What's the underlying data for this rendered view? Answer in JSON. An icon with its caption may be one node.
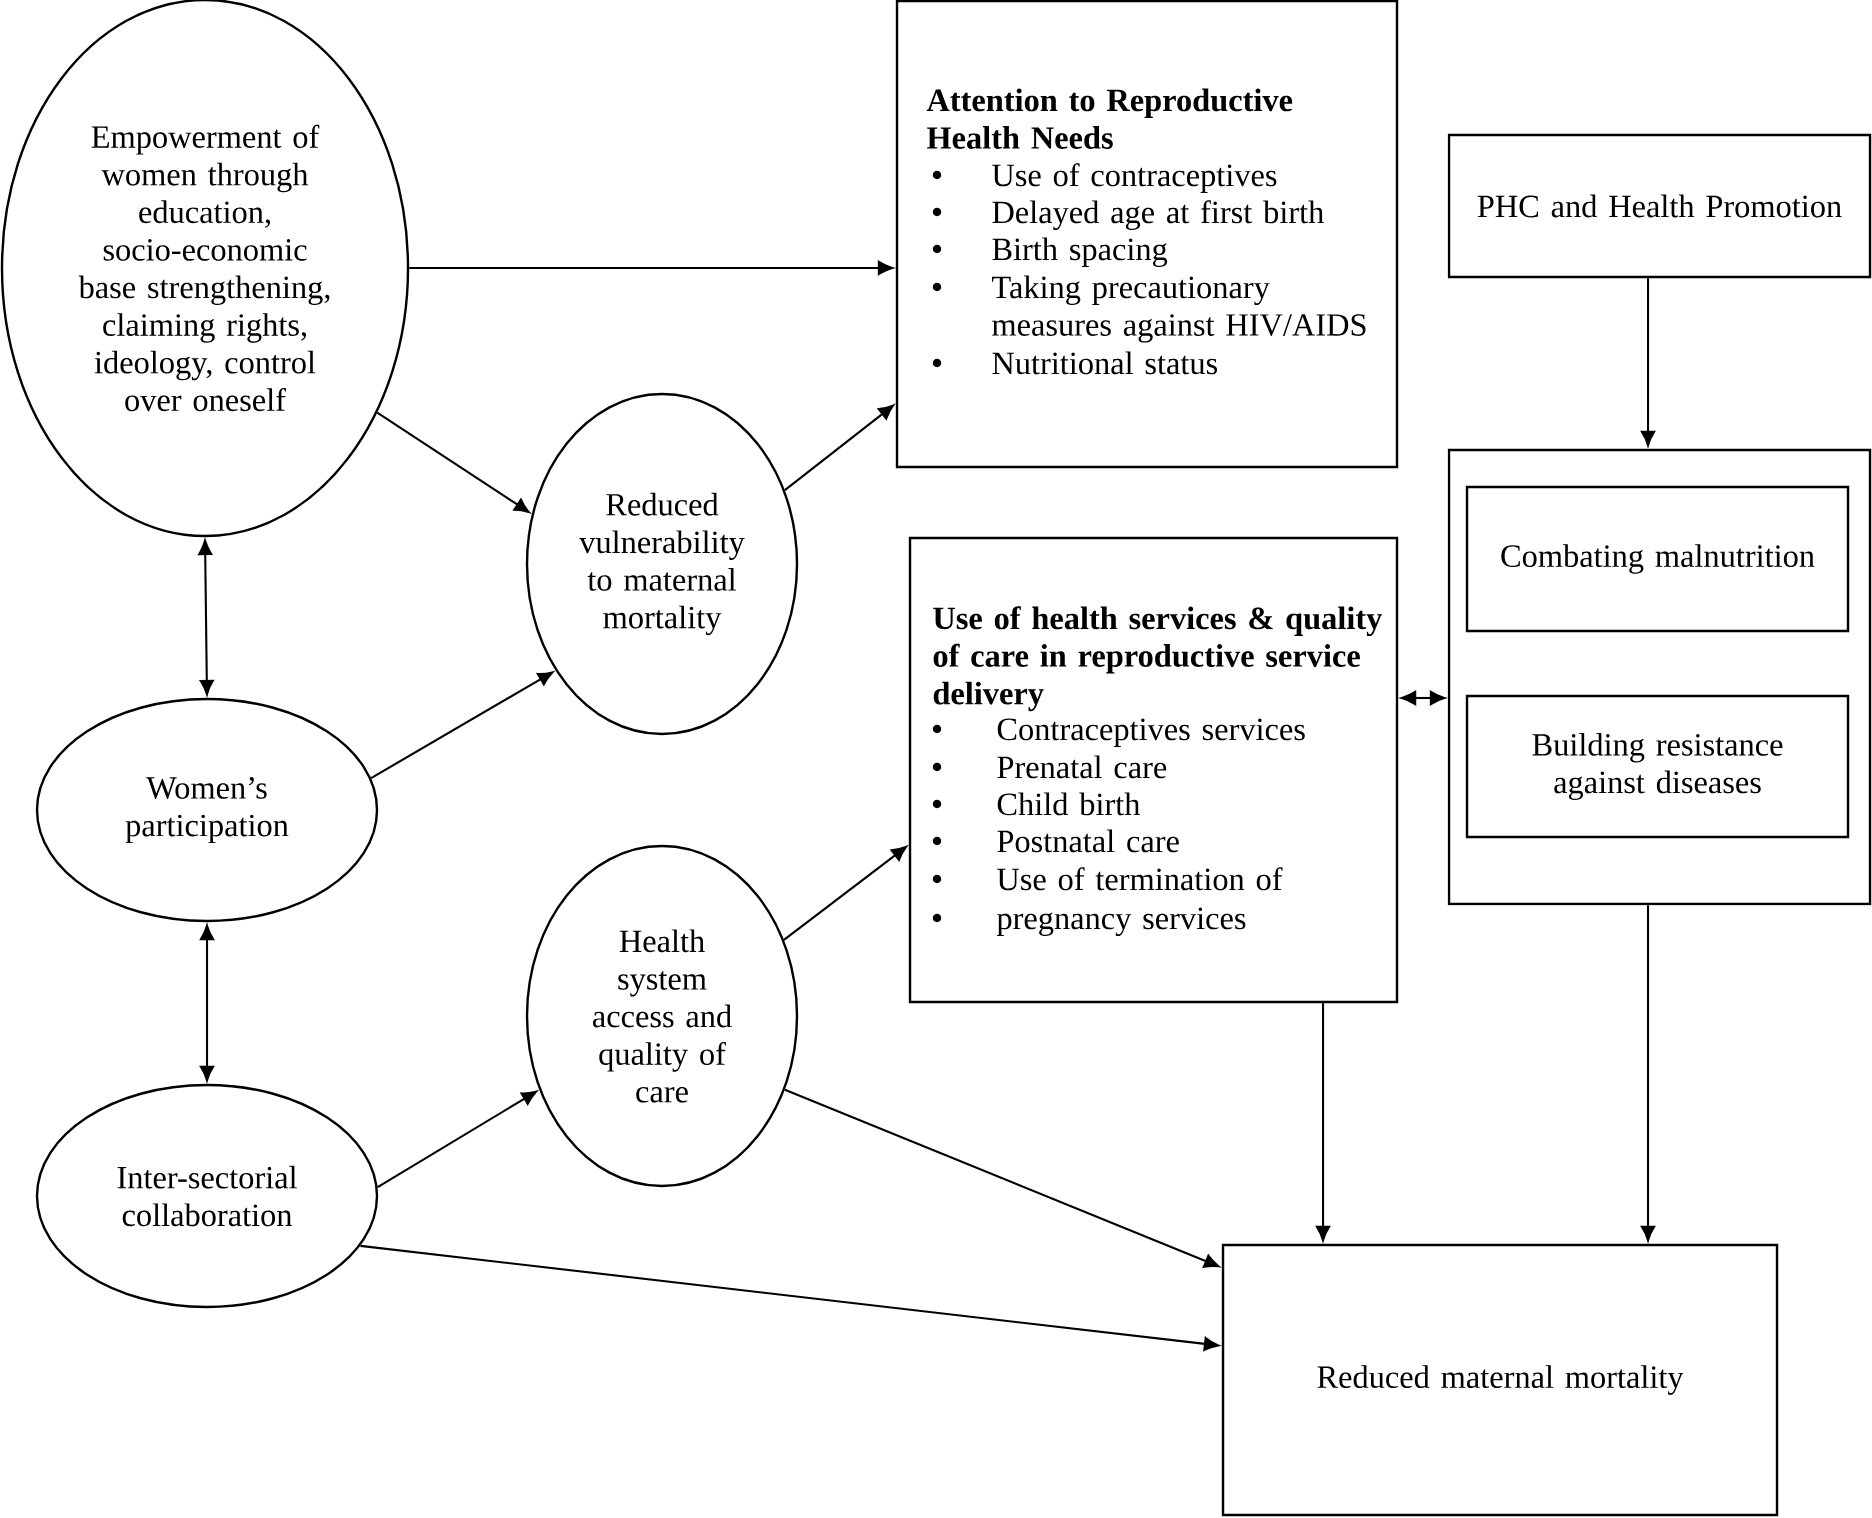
{
  "diagram": {
    "nodes": [
      {
        "text": [
          "Empowerment of women through education, socio-economic base strengthening, claiming rights, ideology, control over oneself"
        ]
      },
      {
        "text": [
          "Reduced vulnerability to maternal mortality"
        ]
      },
      {
        "text": [
          "Attention to Reproductive Health Needs",
          "Use of contraceptives",
          "Delayed age at first birth",
          "Birth spacing",
          "Taking precautionary measures against HIV/AIDS",
          "Nutritional status"
        ]
      },
      {
        "text": [
          "PHC and Health Promotion"
        ]
      },
      {
        "text": [],
        "shape": "box"
      },
      {
        "text": [
          "Combating malnutrition"
        ],
        "in": 4
      },
      {
        "text": [
          "Building resistance against diseases"
        ],
        "in": 4
      },
      {
        "text": [
          "Use of health services & quality of care in reproductive service delivery",
          "Contraceptives services",
          "Prenatal care",
          "Child birth",
          "Postnatal care",
          "Use of termination of",
          "pregnancy services"
        ]
      },
      {
        "text": [
          "Women’s participation"
        ]
      },
      {
        "text": [
          "Health system access and quality of care"
        ]
      },
      {
        "text": [
          "Inter-sectorial collaboration"
        ]
      },
      {
        "text": [
          "Reduced maternal mortality"
        ]
      }
    ],
    "edges": [
      {
        "from": 0,
        "to": 2,
        "arrow": "to"
      },
      {
        "from": 0,
        "to": 1,
        "arrow": "to"
      },
      {
        "from": 1,
        "to": 2,
        "arrow": "to"
      },
      {
        "from": 0,
        "to": 8,
        "arrow": "both"
      },
      {
        "from": 8,
        "to": 1,
        "arrow": "to"
      },
      {
        "from": 3,
        "to": 4,
        "arrow": "to"
      },
      {
        "from": 7,
        "to": 4,
        "arrow": "both"
      },
      {
        "from": 8,
        "to": 10,
        "arrow": "both"
      },
      {
        "from": 10,
        "to": 9,
        "arrow": "to"
      },
      {
        "from": 9,
        "to": 7,
        "arrow": "to"
      },
      {
        "from": 9,
        "to": 11,
        "arrow": "to"
      },
      {
        "from": 10,
        "to": 11,
        "arrow": "to"
      },
      {
        "from": 7,
        "to": 11,
        "arrow": "to"
      },
      {
        "from": 4,
        "to": 11,
        "arrow": "to"
      }
    ]
  }
}
